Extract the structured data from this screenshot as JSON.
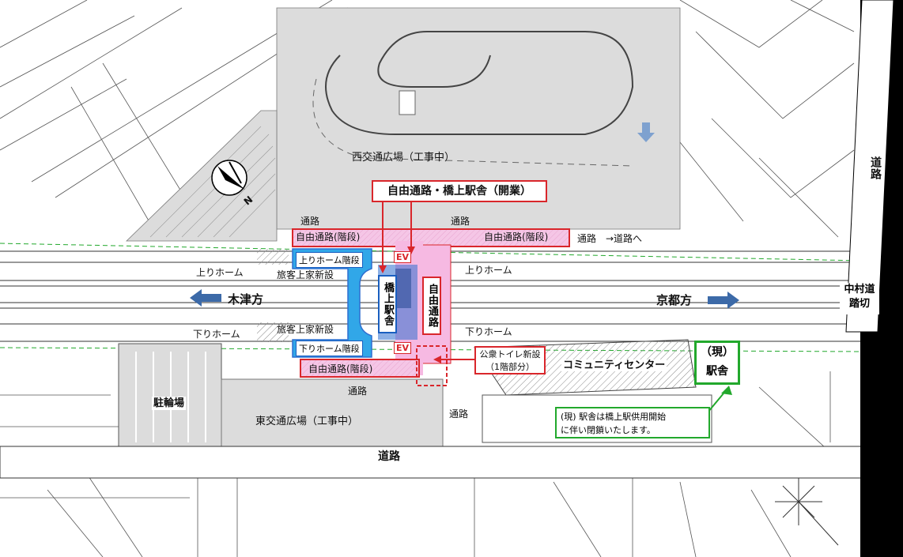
{
  "labels": {
    "west_plaza": "西交通広場（工事中）",
    "east_plaza": "東交通広場（工事中）",
    "title_callout": "自由通路・橋上駅舎（開業）",
    "road_top_left": "通路",
    "road_top_right": "通路",
    "road_to": "通路　→道路へ",
    "road_bottom": "通路",
    "road_bottom2": "通路",
    "road_main": "道路",
    "road_right": "道路",
    "free_passage_stairs_left": "自由通路(階段)",
    "free_passage_stairs_right": "自由通路(階段)",
    "free_passage_stairs_bottom": "自由通路(階段)",
    "up_platform_stairs": "上りホーム階段",
    "down_platform_stairs": "下りホーム階段",
    "up_home_left": "上りホーム",
    "up_home_right": "上りホーム",
    "down_home_left": "下りホーム",
    "down_home_right": "下りホーム",
    "roof_new_up": "旅客上家新設",
    "roof_new_down": "旅客上家新設",
    "ev": "EV",
    "bridge_station": "橋上駅舎",
    "free_passage": "自由通路",
    "kizu": "木津方",
    "kyoto": "京都方",
    "nakamura_crossing": "中村道踏切",
    "toilet_line1": "公衆トイレ新設",
    "toilet_line2": "（1階部分）",
    "community_center": "コミュニティセンター",
    "current_station_1": "（現）",
    "current_station_2": "駅舎",
    "closure_line1": "(現) 駅舎は橋上駅供用開始",
    "closure_line2": "に伴い閉鎖いたします。",
    "bicycle": "駐輪場",
    "north": "N"
  },
  "colors": {
    "callout_red": "#d9262b",
    "station_blue": "#2f6fd0",
    "passage_pink": "#f3a6d8",
    "note_green": "#22a82c",
    "arrow_blue": "#3c6aa8"
  }
}
